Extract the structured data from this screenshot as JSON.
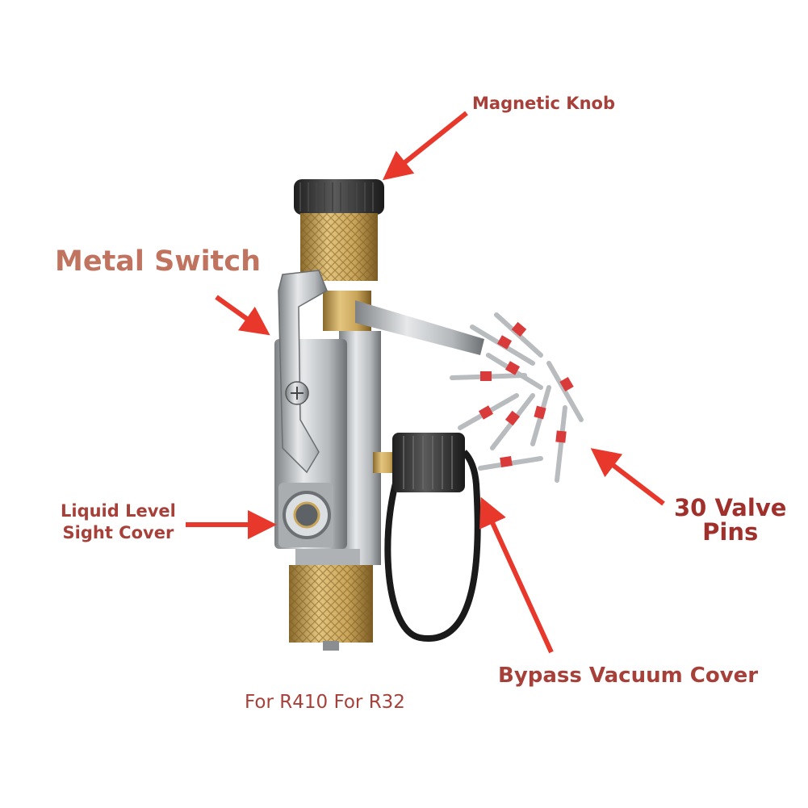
{
  "labels": {
    "magnetic_knob": "Magnetic Knob",
    "metal_switch": "Metal Switch",
    "liquid_level_line1": "Liquid Level",
    "liquid_level_line2": "Sight Cover",
    "valve_pins_line1": "30 Valve",
    "valve_pins_line2": "Pins",
    "bypass_vacuum_cover": "Bypass Vacuum Cover",
    "refrigerant": "For R410 For R32"
  },
  "colors": {
    "arrow": "#e8382b",
    "brass": "#c9a55a",
    "steel": "#bfc2c4",
    "rubber": "#2a2a2a",
    "pin_band": "#d93a3a"
  }
}
